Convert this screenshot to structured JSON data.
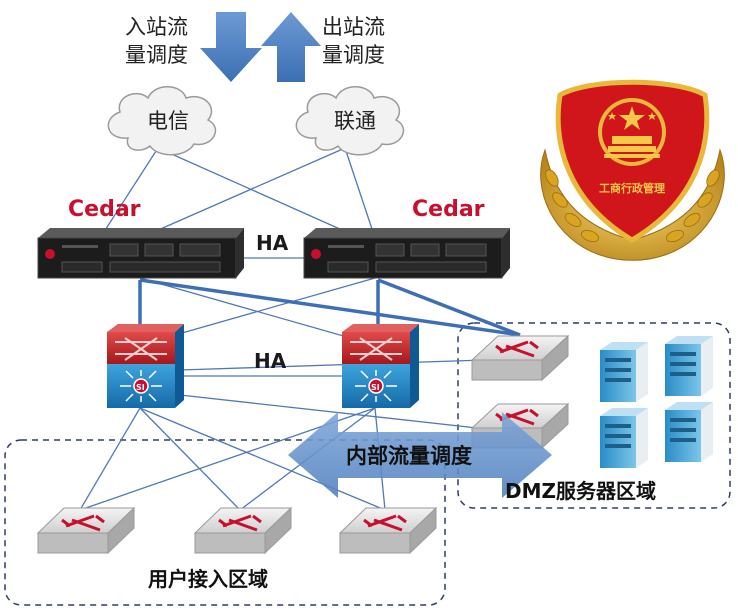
{
  "inbound_label_line1": "入站流",
  "inbound_label_line2": "量调度",
  "outbound_label_line1": "出站流",
  "outbound_label_line2": "量调度",
  "isp_left": "电信",
  "isp_right": "联通",
  "device_brand_left": "Cedar",
  "device_brand_right": "Cedar",
  "ha_top": "HA",
  "ha_middle": "HA",
  "internal_traffic": "内部流量调度",
  "dmz_zone": "DMZ服务器区域",
  "user_zone": "用户接入区域",
  "emblem_text": "工商行政管理",
  "colors": {
    "arrow_blue": "#4a7fc1",
    "brand_red": "#c8102e",
    "link_blue": "#4f78b8",
    "emblem_red": "#d0161b",
    "emblem_gold": "#d9a520"
  }
}
